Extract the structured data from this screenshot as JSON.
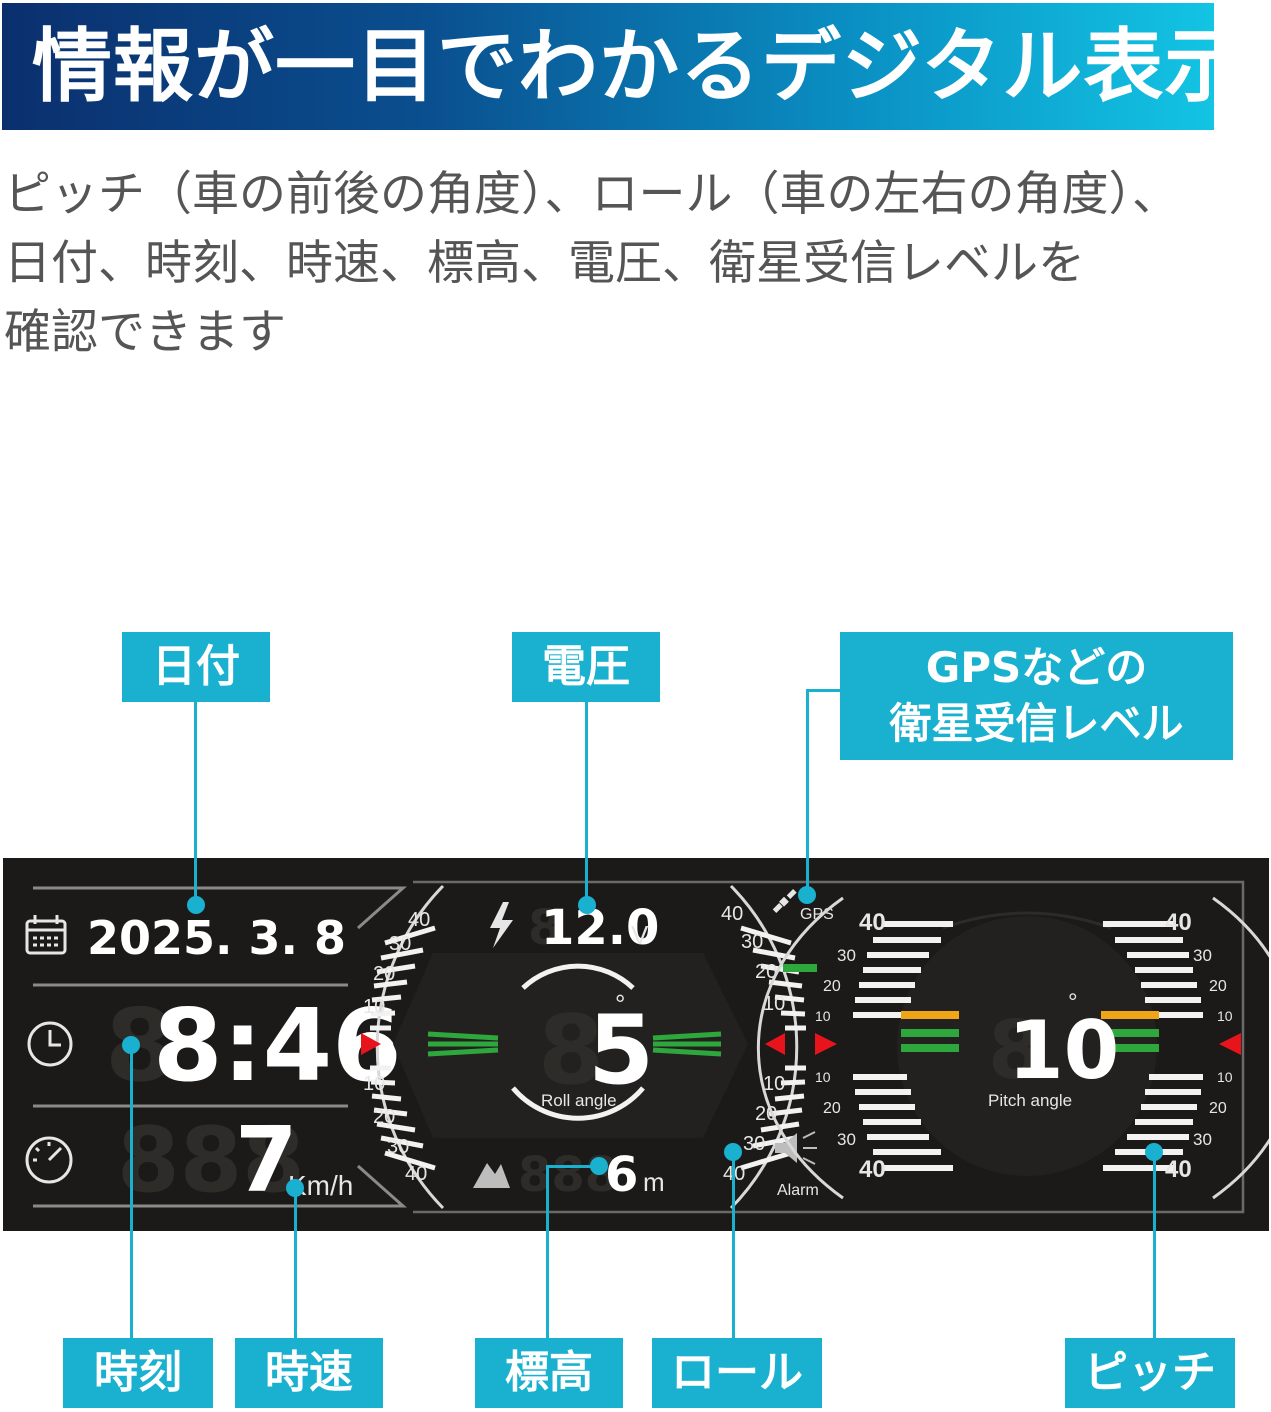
{
  "banner": {
    "title": "情報が一目でわかるデジタル表示"
  },
  "description": {
    "lines": [
      "ピッチ（車の前後の角度）、ロール（車の左右の角度）、",
      "日付、時刻、時速、標高、電圧、衛星受信レベルを",
      "確認できます"
    ]
  },
  "callouts": {
    "date": "日付",
    "voltage": "電圧",
    "gps_line1": "GPSなどの",
    "gps_line2": "衛星受信レベル",
    "time": "時刻",
    "speed": "時速",
    "altitude": "標高",
    "roll": "ロール",
    "pitch": "ピッチ"
  },
  "display": {
    "date": "2025. 3. 8",
    "time": "8:46",
    "speed": "7",
    "speed_unit": "Km/h",
    "voltage": "12.0",
    "voltage_unit": "V",
    "altitude": "6",
    "altitude_unit": "m",
    "roll_angle": "5",
    "roll_label": "Roll angle",
    "pitch_angle": "10",
    "pitch_label": "Pitch angle",
    "gps_label": "GPS",
    "alarm_label": "Alarm",
    "degree_symbol": "°",
    "roll_scale_upper": [
      "40",
      "30",
      "20",
      "10"
    ],
    "roll_scale_lower": [
      "10",
      "20",
      "30",
      "40"
    ],
    "pitch_scale_upper": [
      "40",
      "30",
      "20",
      "10"
    ],
    "pitch_scale_lower": [
      "10",
      "20",
      "30",
      "40"
    ]
  },
  "colors": {
    "accent": "#19b1cf",
    "panel_bg": "#1b1a18",
    "green_bar": "#2ea83c",
    "orange_bar": "#f0a418",
    "red_marker": "#e8141c"
  },
  "icons": {
    "date": "calendar-icon",
    "time": "clock-icon",
    "speed": "speedometer-icon",
    "voltage": "lightning-icon",
    "altitude": "mountain-icon",
    "gps": "satellite-icon",
    "alarm": "speaker-icon"
  }
}
